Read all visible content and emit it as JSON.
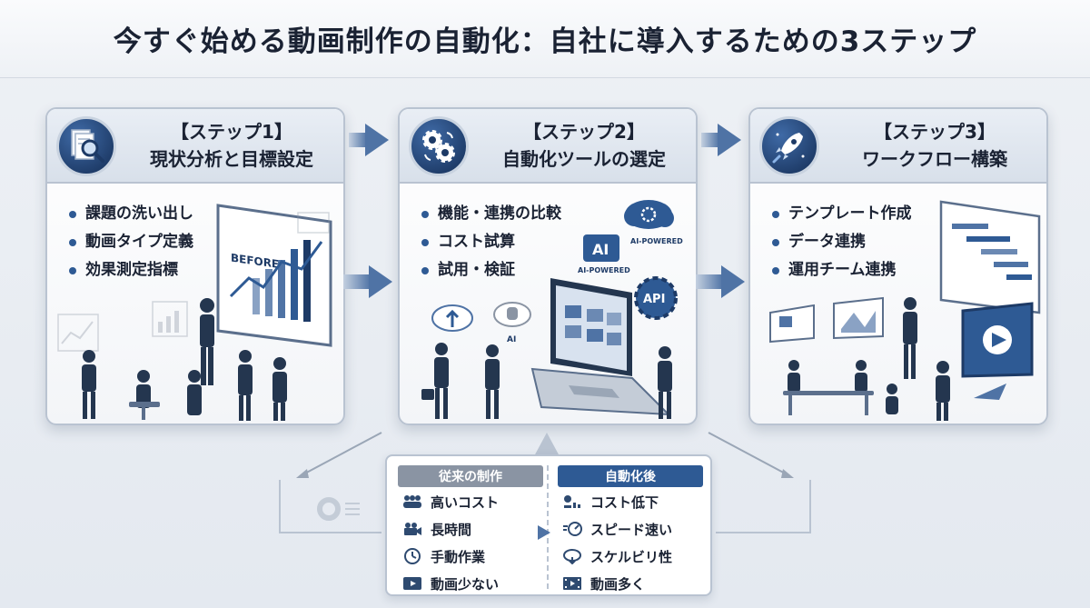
{
  "title": "今すぐ始める動画制作の自動化：自社に導入するための3ステップ",
  "steps": [
    {
      "label_line1": "【ステップ1】",
      "label_line2": "現状分析と目標設定",
      "icon": "magnifier-document-icon",
      "bullets": [
        "課題の洗い出し",
        "動画タイプ定義",
        "効果測定指標"
      ],
      "screen_text": "BEFORE"
    },
    {
      "label_line1": "【ステップ2】",
      "label_line2": "自動化ツールの選定",
      "icon": "gears-icon",
      "bullets": [
        "機能・連携の比較",
        "コスト試算",
        "試用・検証"
      ],
      "tags": [
        "AI",
        "AI-POWERED",
        "AI-POWERED",
        "API",
        "AI"
      ]
    },
    {
      "label_line1": "【ステップ3】",
      "label_line2": "ワークフロー構築",
      "icon": "rocket-icon",
      "bullets": [
        "テンプレート作成",
        "データ連携",
        "運用チーム連携"
      ]
    }
  ],
  "comparison": {
    "before_header": "従来の制作",
    "after_header": "自動化後",
    "before_items": [
      {
        "icon": "people-icon",
        "text": "高いコスト"
      },
      {
        "icon": "camera-icon",
        "text": "長時間"
      },
      {
        "icon": "clock-icon",
        "text": "手動作業"
      },
      {
        "icon": "video-icon",
        "text": "動画少ない"
      }
    ],
    "after_items": [
      {
        "icon": "cost-down-icon",
        "text": "コスト低下"
      },
      {
        "icon": "speed-icon",
        "text": "スピード速い"
      },
      {
        "icon": "cloud-icon",
        "text": "スケルビリ性"
      },
      {
        "icon": "film-icon",
        "text": "動画多く"
      }
    ]
  },
  "colors": {
    "primary": "#2e5a94",
    "dark": "#1d3a66",
    "border": "#b9c3d1",
    "muted": "#8a94a3"
  }
}
